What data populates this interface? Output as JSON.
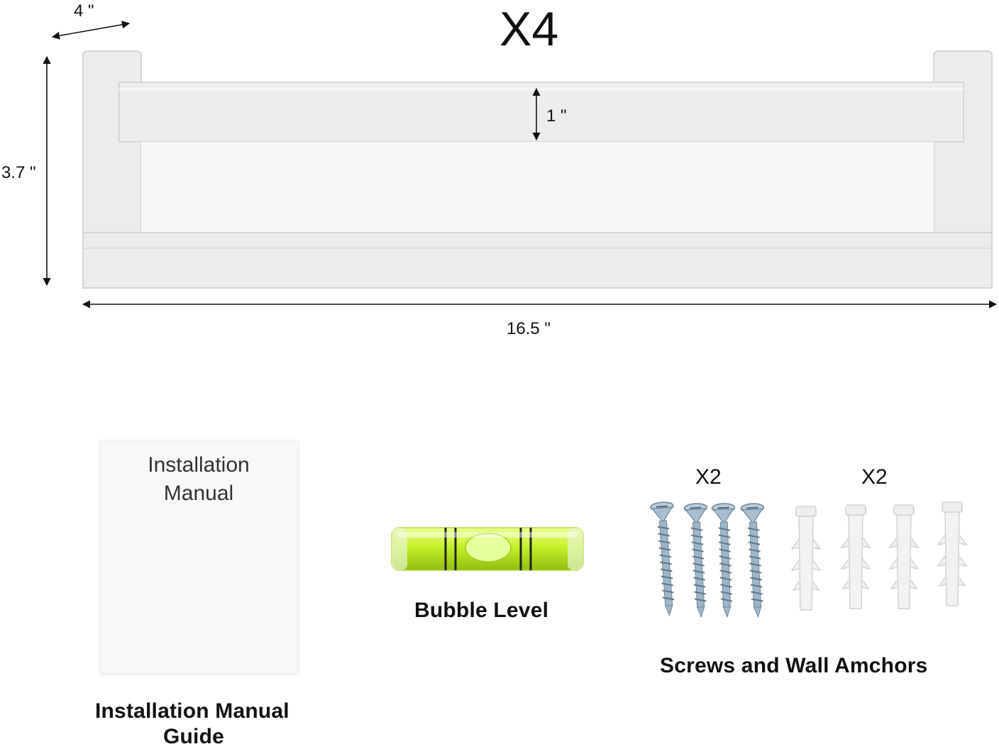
{
  "product": {
    "quantity_label": "X4",
    "dimensions": {
      "depth": "4 \"",
      "height": "3.7 \"",
      "rail_height": "1 \"",
      "width": "16.5 \""
    }
  },
  "accessories": {
    "manual": {
      "cover_line1": "Installation",
      "cover_line2": "Manual",
      "caption_line1": "Installation Manual",
      "caption_line2": "Guide"
    },
    "level": {
      "caption": "Bubble Level"
    },
    "hardware": {
      "screws_qty": "X2",
      "anchors_qty": "X2",
      "caption": "Screws and Wall Amchors"
    }
  },
  "colors": {
    "shelf": "#ececec",
    "shelf_edge": "#d6d6d6",
    "level_green": "#c6f02a",
    "screw": "#9fb6c8",
    "anchor": "#eeeeee"
  }
}
